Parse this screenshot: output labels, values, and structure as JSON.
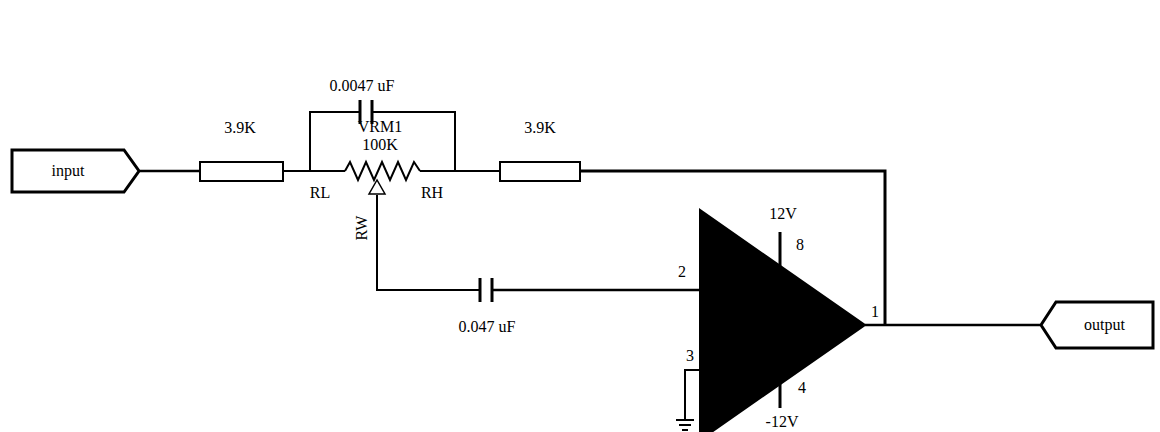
{
  "diagram": {
    "nodes": [
      {
        "text": [
          "input"
        ]
      },
      {
        "text": [
          "output"
        ]
      }
    ],
    "labels": [
      "0.0047 uF",
      "3.9K",
      "VRM1",
      "100K",
      "RL",
      "RH",
      "3.9K",
      "RW",
      "12V",
      "2",
      "8",
      "0.047 uF",
      "1",
      "3",
      "4",
      "-12V"
    ]
  }
}
